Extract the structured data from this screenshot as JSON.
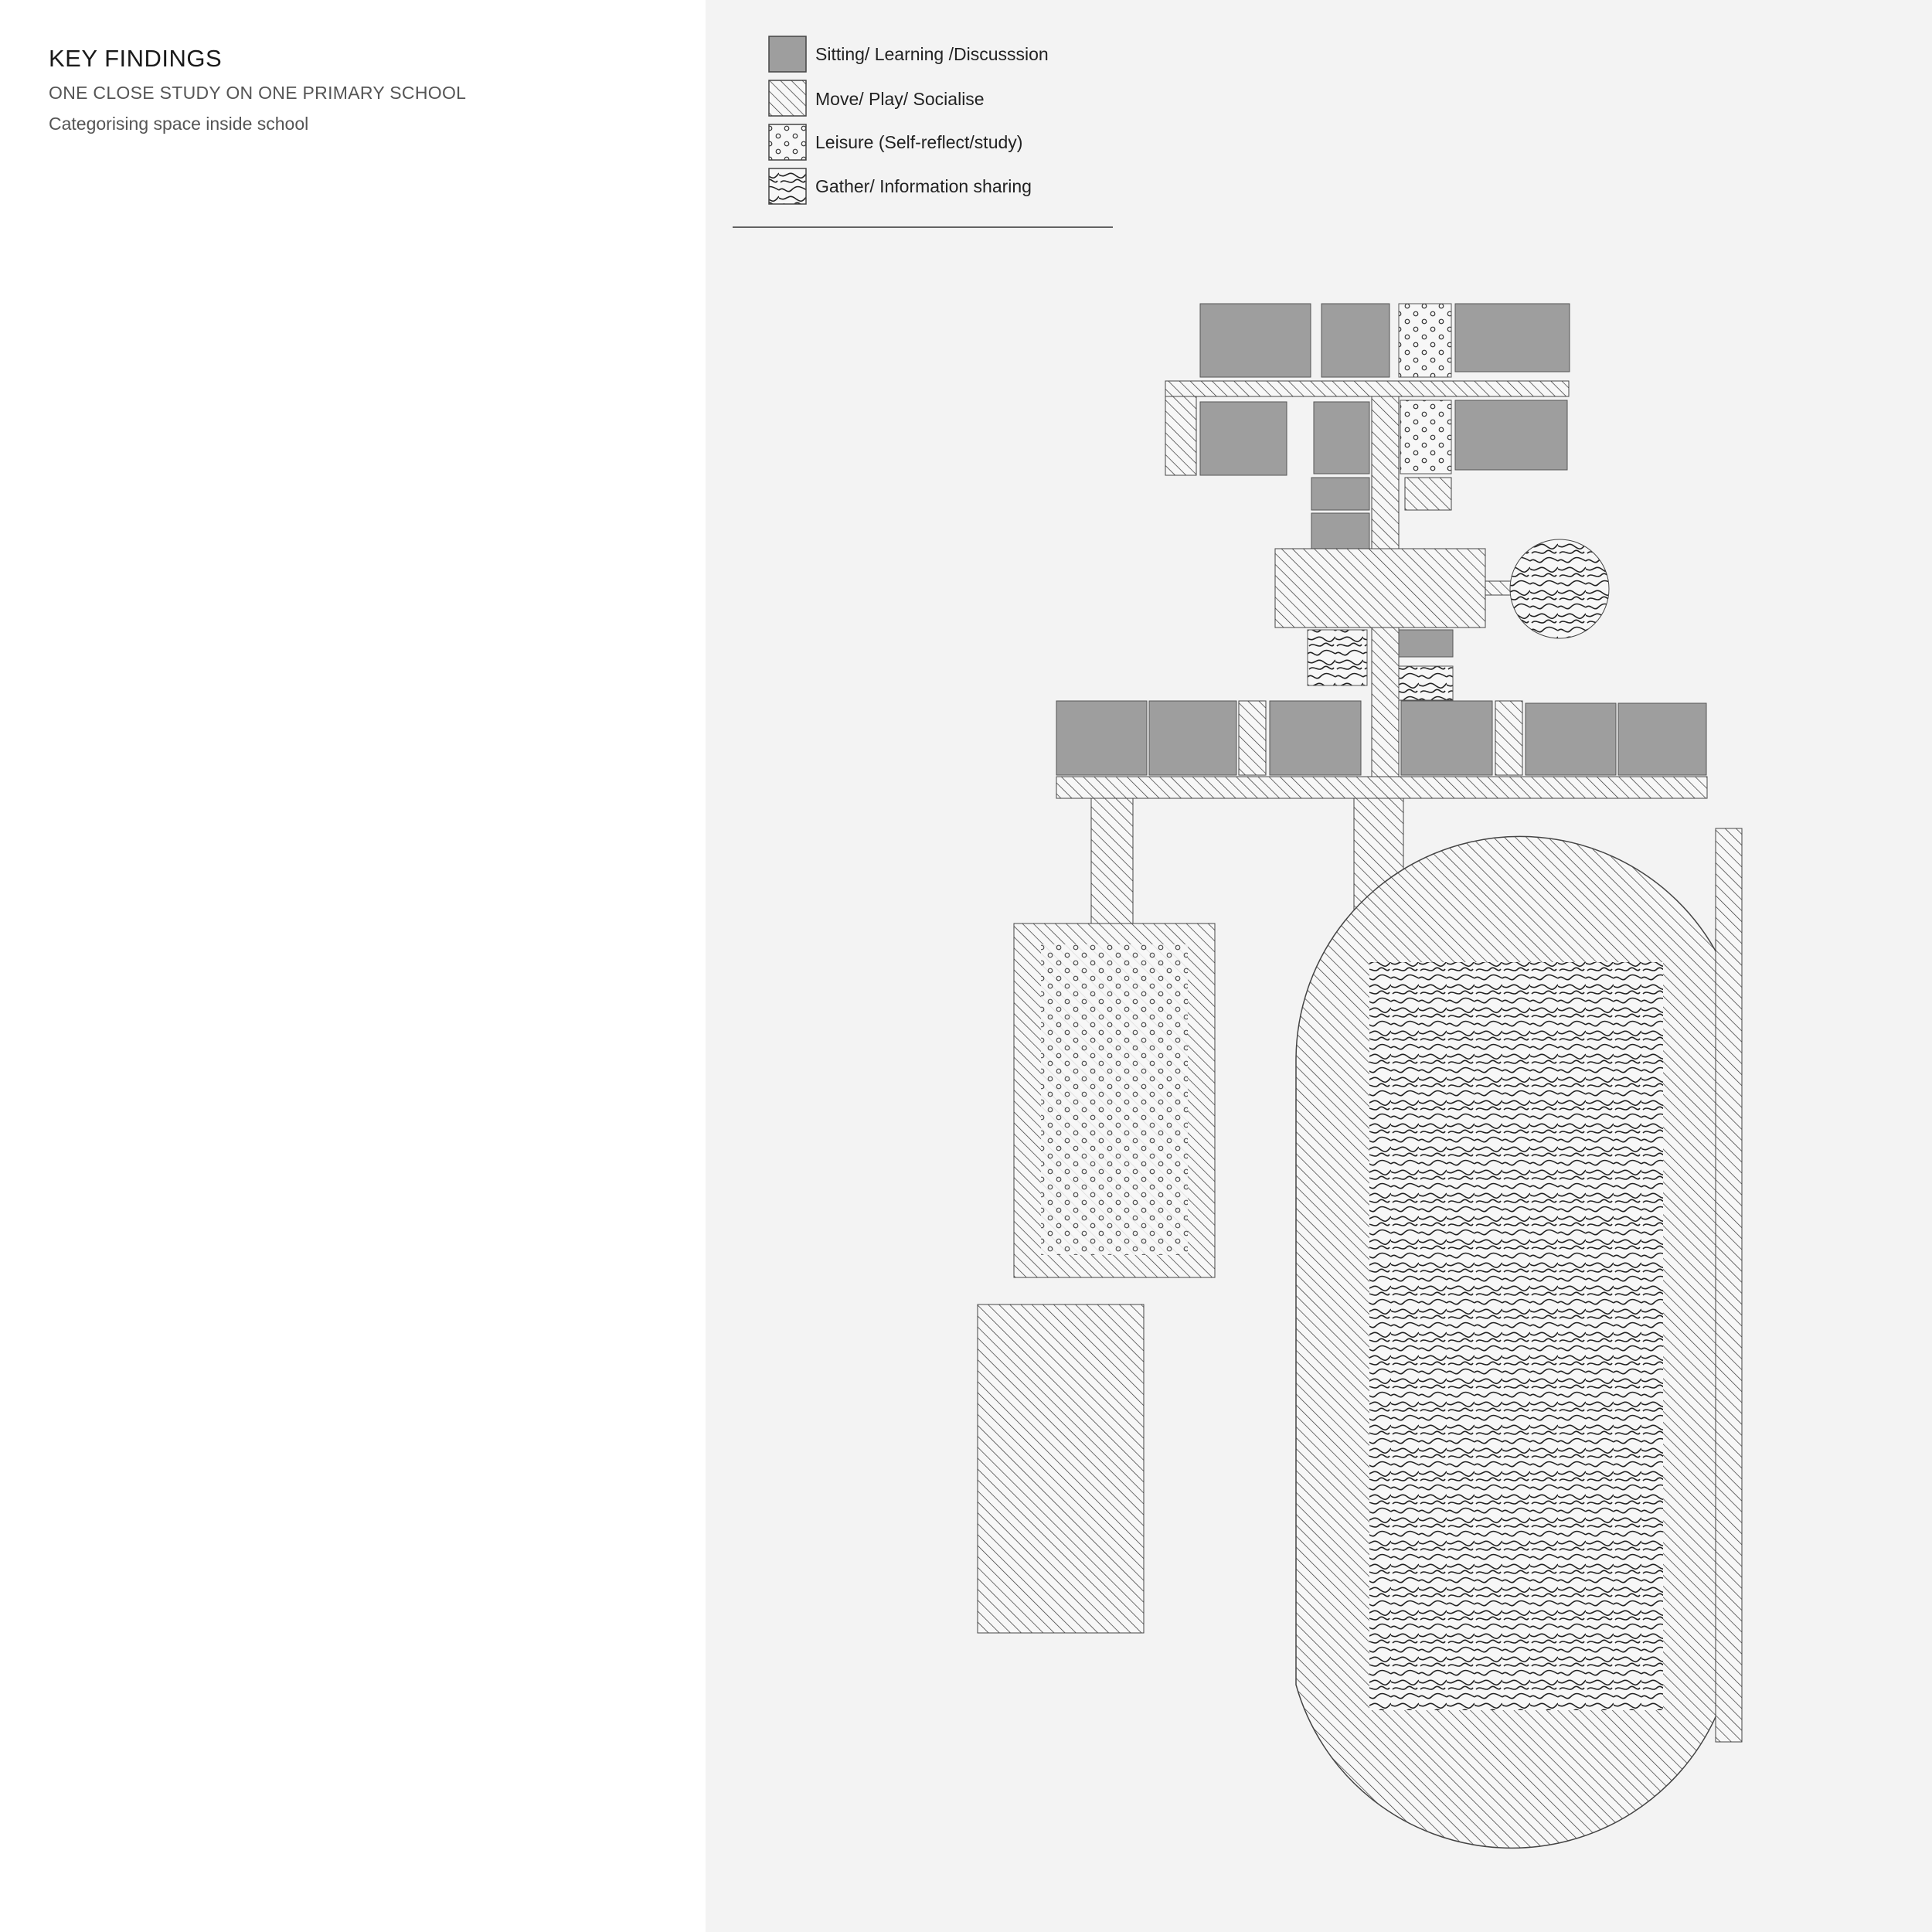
{
  "header": {
    "title": "KEY FINDINGS",
    "subtitle": "ONE CLOSE STUDY ON ONE PRIMARY SCHOOL",
    "description": "Categorising space inside school"
  },
  "legend": {
    "items": [
      {
        "label": "Sitting/ Learning /Discusssion",
        "pattern": "solid-grey"
      },
      {
        "label": "Move/ Play/ Socialise",
        "pattern": "diagonal-hatch"
      },
      {
        "label": "Leisure (Self-reflect/study)",
        "pattern": "dots"
      },
      {
        "label": "Gather/ Information sharing",
        "pattern": "squiggle"
      }
    ]
  },
  "colors": {
    "panel_bg": "#f3f3f3",
    "classroom_grey": "#9e9e9e",
    "line": "#333333"
  }
}
